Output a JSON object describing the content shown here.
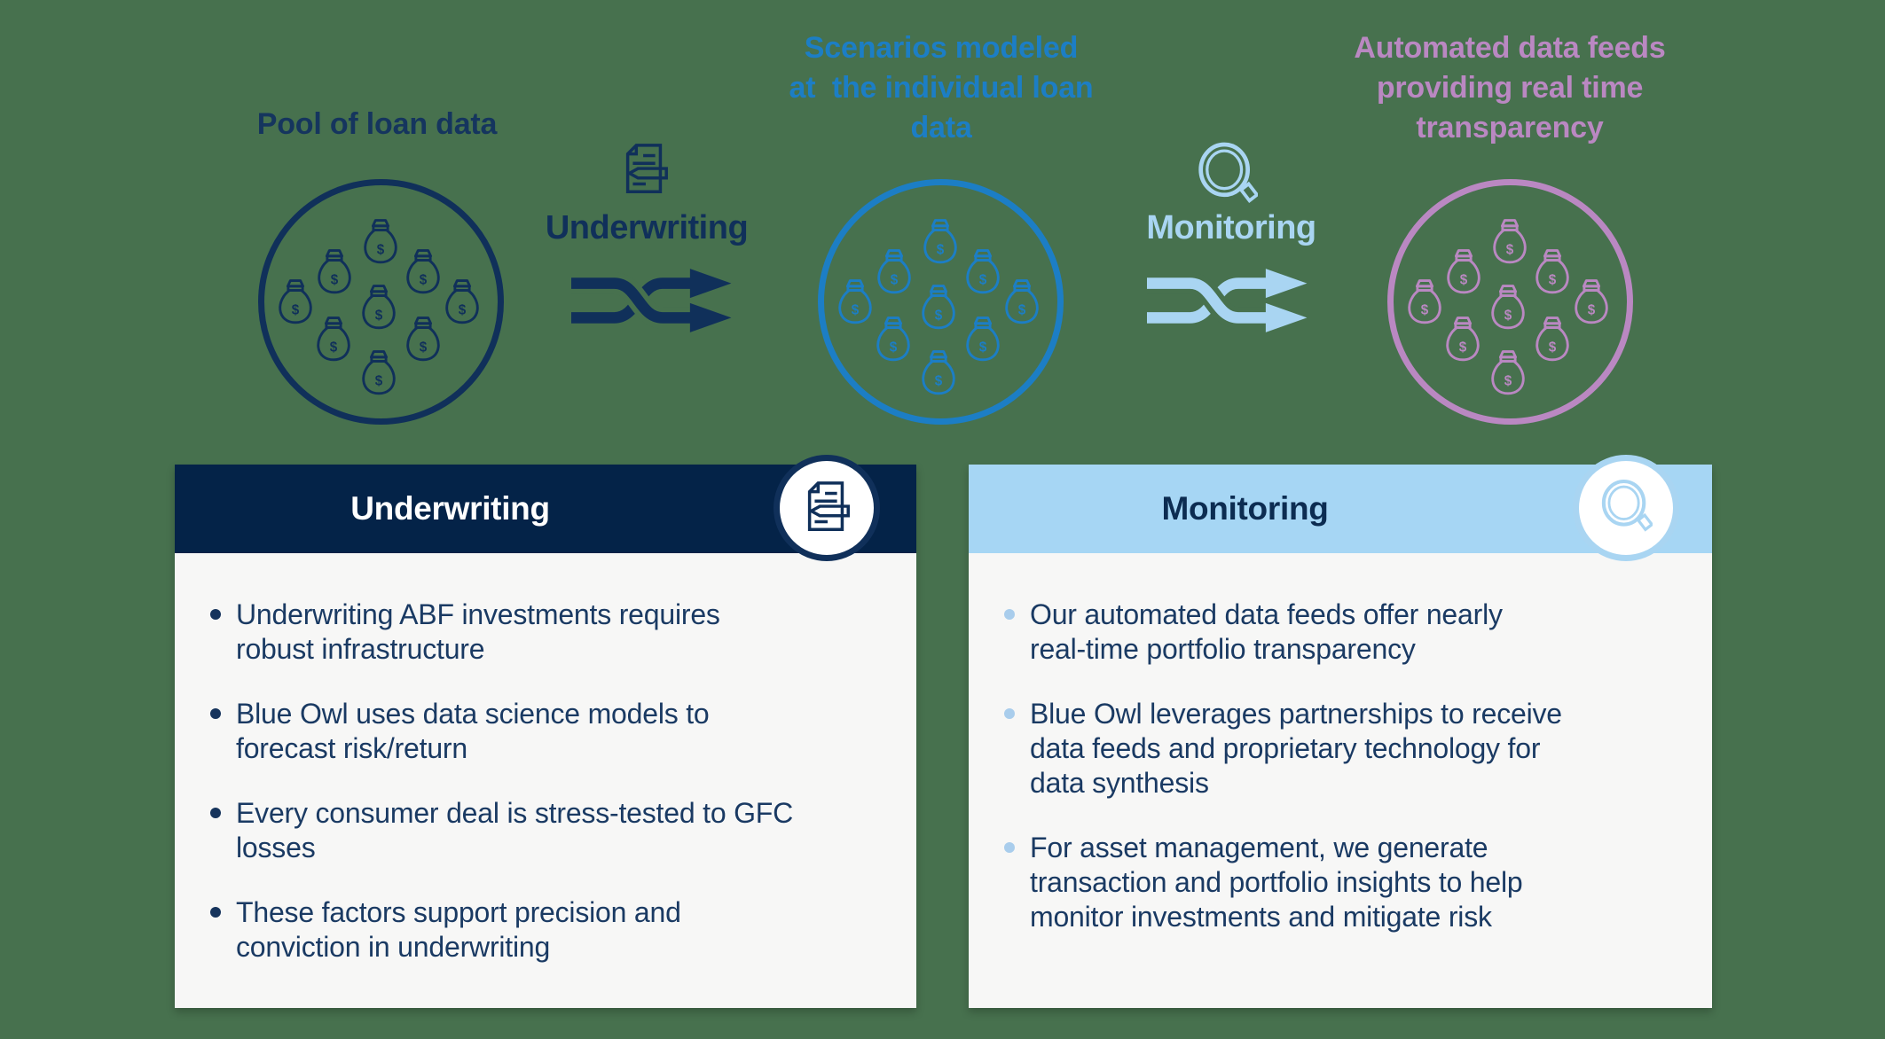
{
  "colors": {
    "background_green": "#47714e",
    "navy_dark": "#042348",
    "navy": "#10305a",
    "text_navy": "#1a3a63",
    "blue": "#1c7ec5",
    "light_blue": "#a9d5f2",
    "purple": "#ba88c2",
    "card_body": "#f7f7f6",
    "badge_background": "#ffffff"
  },
  "flow": {
    "pool": {
      "title": "Pool of loan data"
    },
    "underwriting_step": {
      "label": "Underwriting",
      "icon": "document-pen-icon",
      "arrow_icon": "shuffle-arrows-icon"
    },
    "scenarios": {
      "title": "Scenarios modeled\nat  the individual loan\ndata"
    },
    "monitoring_step": {
      "label": "Monitoring",
      "icon": "magnifier-icon",
      "arrow_icon": "shuffle-arrows-icon"
    },
    "automated": {
      "title": "Automated data feeds\nproviding real time\ntransparency"
    },
    "money_bag_count_per_circle": 9,
    "money_bag_symbol": "$"
  },
  "cards": {
    "underwriting": {
      "title": "Underwriting",
      "icon": "document-pen-icon",
      "bullets": [
        "Underwriting ABF investments requires\nrobust infrastructure",
        "Blue Owl uses data science models to\nforecast risk/return",
        "Every consumer deal is stress-tested to GFC\nlosses",
        "These factors support precision and\nconviction in underwriting"
      ]
    },
    "monitoring": {
      "title": "Monitoring",
      "icon": "magnifier-icon",
      "bullets": [
        "Our automated data feeds offer nearly\nreal-time portfolio transparency",
        "Blue Owl leverages partnerships to receive\ndata feeds and proprietary technology for\ndata synthesis",
        "For asset management, we generate\ntransaction and portfolio insights to help\nmonitor investments and mitigate risk"
      ]
    }
  }
}
